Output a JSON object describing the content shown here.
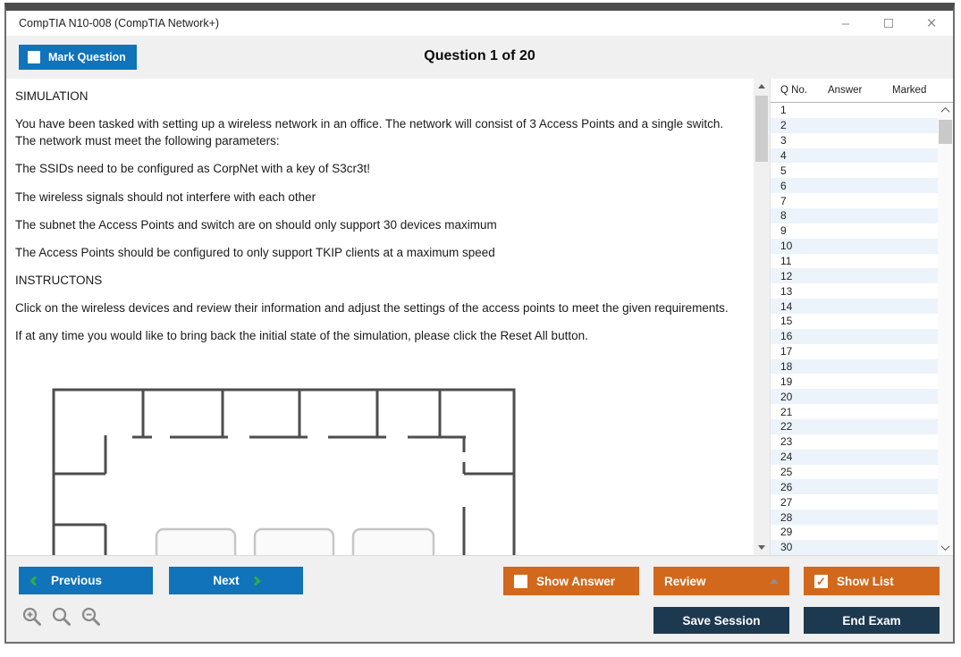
{
  "window": {
    "title": "CompTIA N10-008 (CompTIA Network+)"
  },
  "icons": {
    "minimize_glyph": "–",
    "close_glyph": "×",
    "check_glyph": "✓"
  },
  "header": {
    "mark_question_label": "Mark Question",
    "question_counter": "Question 1 of 20"
  },
  "question": {
    "section1_title": "SIMULATION",
    "paragraphs": [
      "You have been tasked with setting up a wireless network in an office. The network will consist of 3 Access Points and a single switch. The network must meet the following parameters:",
      "The SSIDs need to be configured as CorpNet with a key of S3cr3t!",
      "The wireless signals should not interfere with each other",
      "The subnet the Access Points and switch are on should only support 30 devices maximum",
      "The Access Points should be configured to only support TKIP clients at a maximum speed"
    ],
    "section2_title": "INSTRUCTONS",
    "instruction_paragraphs": [
      "Click on the wireless devices and review their information and adjust the settings of the access points to meet the given requirements.",
      "If at any time you would like to bring back the initial state of the simulation, please click the Reset All button."
    ]
  },
  "question_list": {
    "headers": [
      "Q No.",
      "Answer",
      "Marked"
    ],
    "rows": [
      {
        "q": "1",
        "answer": "",
        "marked": ""
      },
      {
        "q": "2",
        "answer": "",
        "marked": ""
      },
      {
        "q": "3",
        "answer": "",
        "marked": ""
      },
      {
        "q": "4",
        "answer": "",
        "marked": ""
      },
      {
        "q": "5",
        "answer": "",
        "marked": ""
      },
      {
        "q": "6",
        "answer": "",
        "marked": ""
      },
      {
        "q": "7",
        "answer": "",
        "marked": ""
      },
      {
        "q": "8",
        "answer": "",
        "marked": ""
      },
      {
        "q": "9",
        "answer": "",
        "marked": ""
      },
      {
        "q": "10",
        "answer": "",
        "marked": ""
      },
      {
        "q": "11",
        "answer": "",
        "marked": ""
      },
      {
        "q": "12",
        "answer": "",
        "marked": ""
      },
      {
        "q": "13",
        "answer": "",
        "marked": ""
      },
      {
        "q": "14",
        "answer": "",
        "marked": ""
      },
      {
        "q": "15",
        "answer": "",
        "marked": ""
      },
      {
        "q": "16",
        "answer": "",
        "marked": ""
      },
      {
        "q": "17",
        "answer": "",
        "marked": ""
      },
      {
        "q": "18",
        "answer": "",
        "marked": ""
      },
      {
        "q": "19",
        "answer": "",
        "marked": ""
      },
      {
        "q": "20",
        "answer": "",
        "marked": ""
      },
      {
        "q": "21",
        "answer": "",
        "marked": ""
      },
      {
        "q": "22",
        "answer": "",
        "marked": ""
      },
      {
        "q": "23",
        "answer": "",
        "marked": ""
      },
      {
        "q": "24",
        "answer": "",
        "marked": ""
      },
      {
        "q": "25",
        "answer": "",
        "marked": ""
      },
      {
        "q": "26",
        "answer": "",
        "marked": ""
      },
      {
        "q": "27",
        "answer": "",
        "marked": ""
      },
      {
        "q": "28",
        "answer": "",
        "marked": ""
      },
      {
        "q": "29",
        "answer": "",
        "marked": ""
      },
      {
        "q": "30",
        "answer": "",
        "marked": ""
      }
    ]
  },
  "footer": {
    "previous_label": "Previous",
    "next_label": "Next",
    "show_answer_label": "Show Answer",
    "review_label": "Review",
    "show_list_label": "Show List",
    "save_session_label": "Save Session",
    "end_exam_label": "End Exam"
  },
  "colors": {
    "accent_blue": "#1173b9",
    "accent_orange": "#d2681c",
    "navy": "#1d3950",
    "row_alt": "#ecf3fa",
    "chevron_green": "#2fae49",
    "wall_gray": "#4d4d4d"
  }
}
